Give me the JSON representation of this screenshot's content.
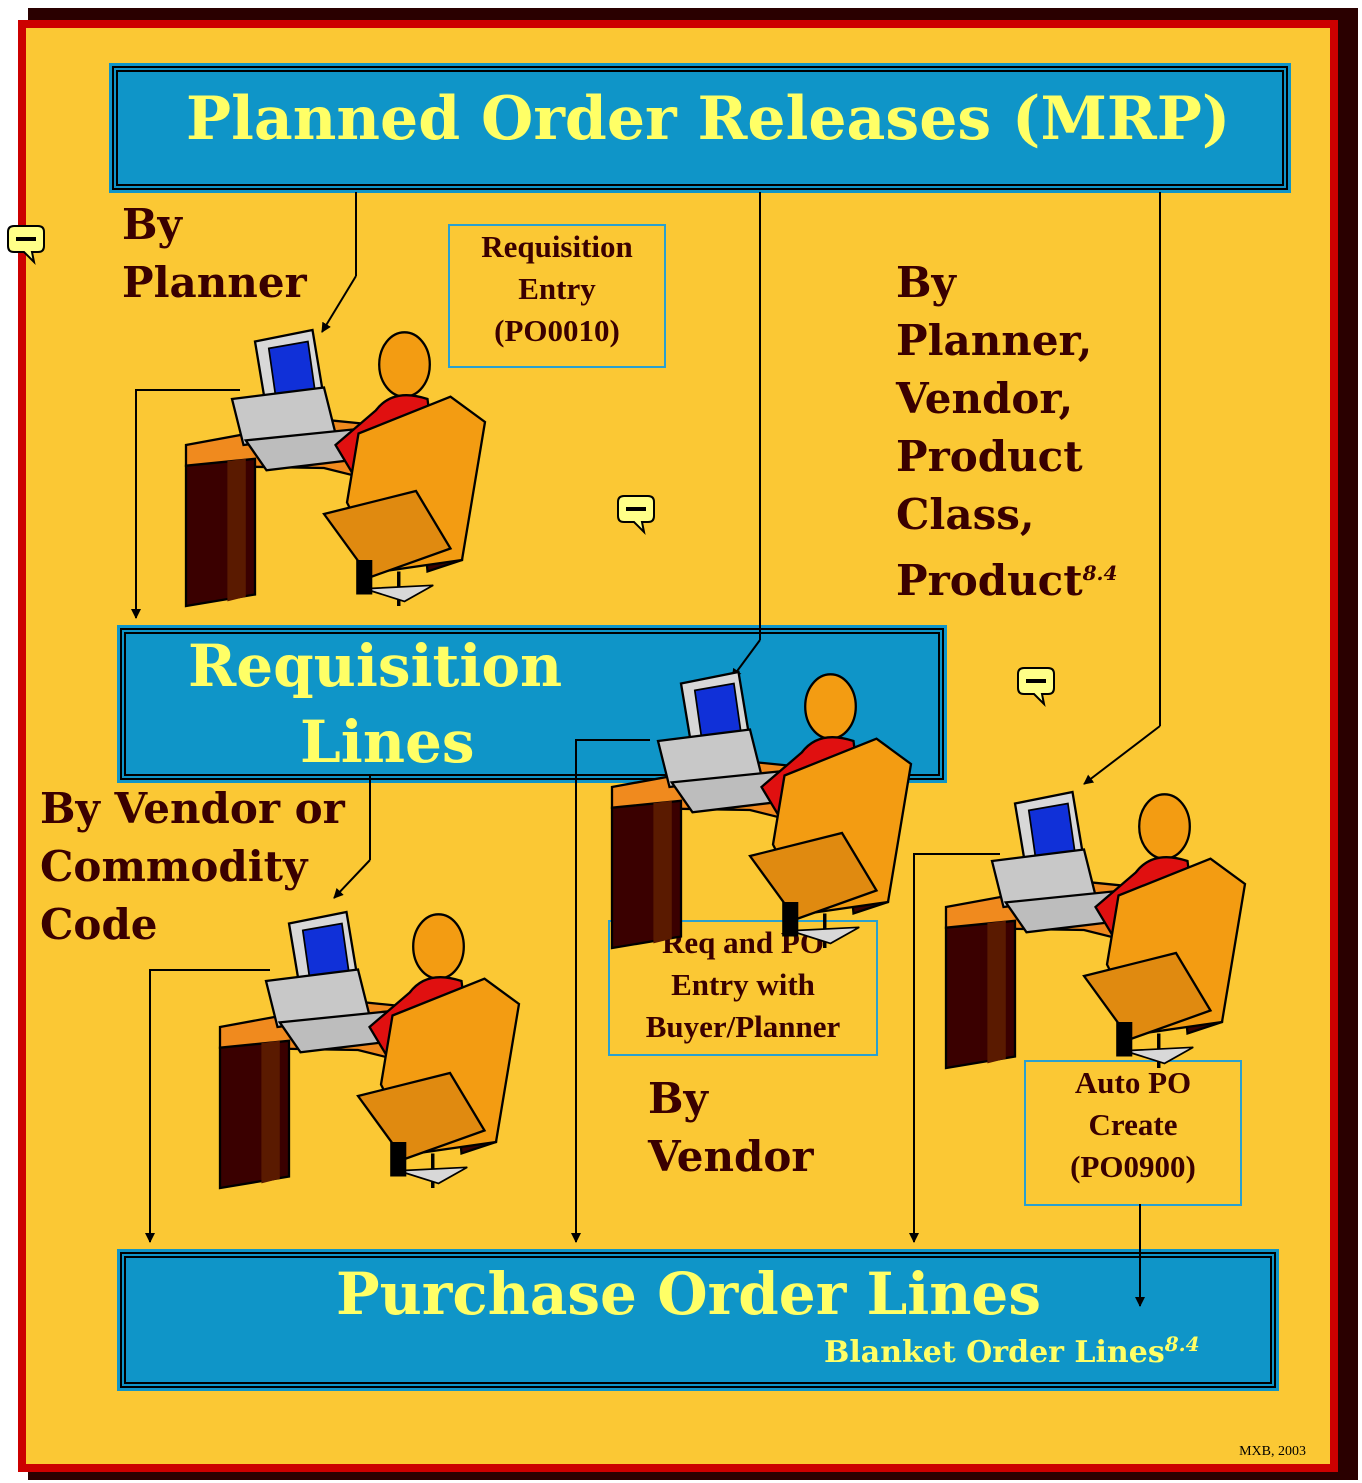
{
  "bars": {
    "planned": "Planned Order Releases (MRP)",
    "requisition_line1": "Requisition",
    "requisition_line2": "Lines",
    "purchase": "Purchase Order Lines",
    "blanket": "Blanket Order Lines",
    "blanket_sup": "8.4"
  },
  "labels": {
    "by_planner": "By\nPlanner",
    "by_planner_vendor": "By\nPlanner,\nVendor,\nProduct\nClass,\nProduct",
    "by_planner_vendor_sup": "8.4",
    "by_vendor_commodity": "By Vendor or\nCommodity\nCode",
    "by_vendor": "By\nVendor"
  },
  "boxes": {
    "requisition_entry": "Requisition\nEntry\n(PO0010)",
    "req_po_entry": "Req and PO\nEntry with\nBuyer/Planner",
    "auto_po": "Auto PO\nCreate\n(PO0900)"
  },
  "icons": [
    "note-icon",
    "person-at-computer-icon"
  ],
  "colors": {
    "bar": "#0f95c8",
    "bar_text": "#ffff66",
    "background": "#fbc834",
    "frame": "#cc0000",
    "label": "#3a0000"
  },
  "footer": "MXB, 2003"
}
